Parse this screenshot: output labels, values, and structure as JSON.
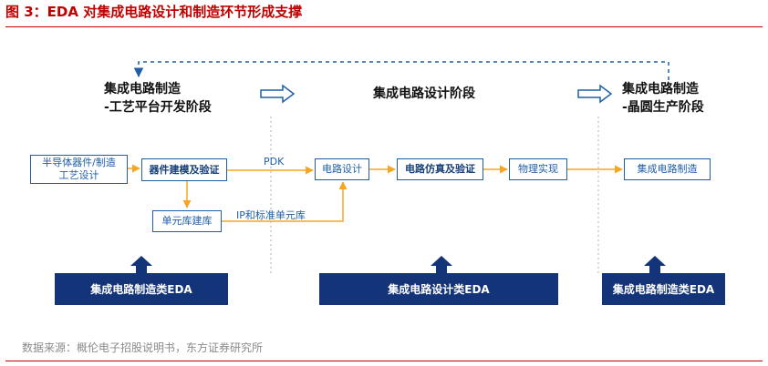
{
  "title": "图 3：EDA 对集成电路设计和制造环节形成支撑",
  "stages": {
    "left_line1": "集成电路制造",
    "left_line2": "-工艺平台开发阶段",
    "middle": "集成电路设计阶段",
    "right_line1": "集成电路制造",
    "right_line2": "-晶圆生产阶段"
  },
  "boxes": {
    "semiconductor_line1": "半导体器件/制造",
    "semiconductor_line2": "工艺设计",
    "device_modeling": "器件建模及验证",
    "cell_library": "单元库建库",
    "circuit_design": "电路设计",
    "circuit_simulation": "电路仿真及验证",
    "physical_implementation": "物理实现",
    "ic_manufacturing": "集成电路制造"
  },
  "annotations": {
    "pdk": "PDK",
    "ip_library": "IP和标准单元库"
  },
  "eda_bars": {
    "left": "集成电路制造类EDA",
    "middle": "集成电路设计类EDA",
    "right": "集成电路制造类EDA"
  },
  "source": "数据来源：概伦电子招股说明书，东方证券研究所",
  "colors": {
    "title_red": "#c00000",
    "box_blue": "#1f5fa8",
    "bar_navy": "#14347a"
  }
}
